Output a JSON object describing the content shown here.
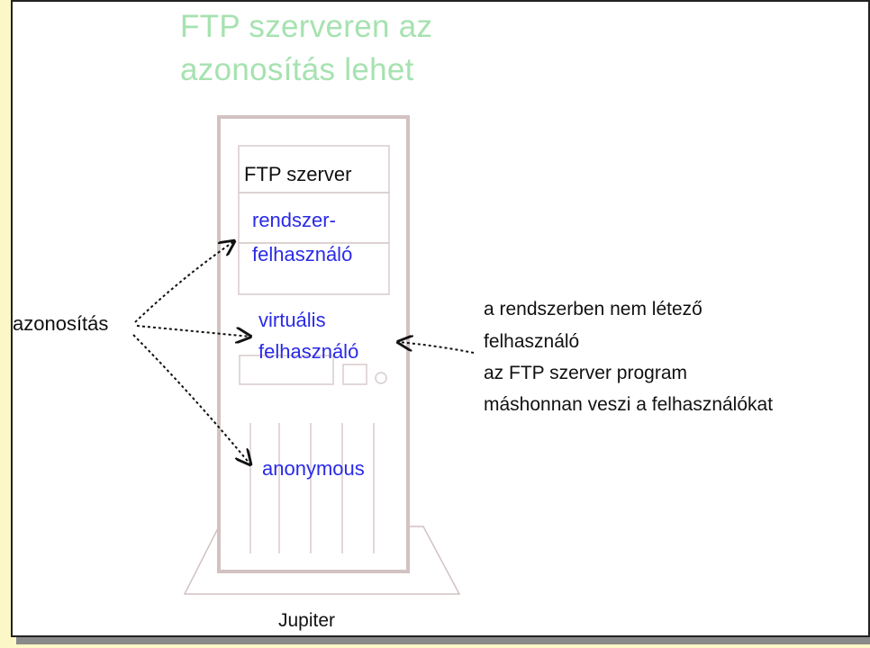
{
  "title": {
    "line1": "FTP szerveren az",
    "line2": "azonosítás lehet"
  },
  "server": {
    "header": "FTP szerver",
    "item1_line1": "rendszer-",
    "item1_line2": "felhasználó",
    "item2_line1": "virtuális",
    "item2_line2": "felhasználó",
    "item3": "anonymous",
    "name": "Jupiter"
  },
  "left_label": "azonosítás",
  "note": {
    "line1": "a rendszerben nem létező",
    "line2": "felhasználó",
    "line3": "az FTP szerver program",
    "line4": "máshonnan veszi a felhasználókat"
  },
  "colors": {
    "title": "#a6e2b0",
    "item_text": "#2a2ae8",
    "tower": "#d2c2c2",
    "page_bg": "#fbf7c6"
  }
}
